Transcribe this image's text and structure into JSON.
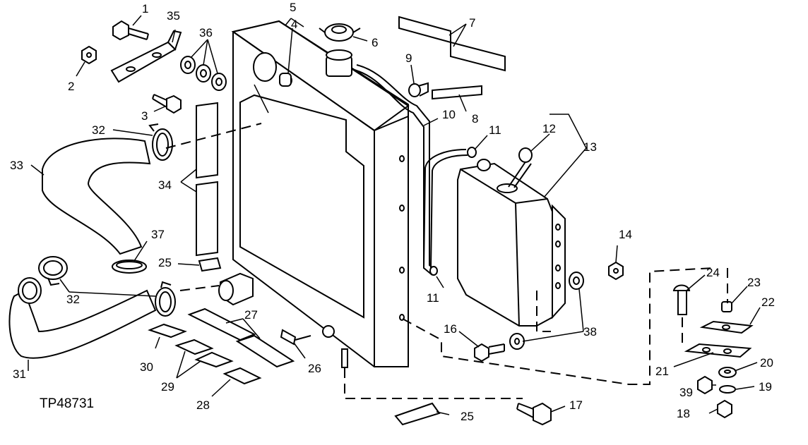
{
  "figure_ref": "TP48731",
  "callouts": [
    "1",
    "2",
    "3",
    "4",
    "5",
    "6",
    "7",
    "8",
    "9",
    "10",
    "11",
    "11",
    "12",
    "13",
    "14",
    "17",
    "18",
    "19",
    "20",
    "21",
    "22",
    "23",
    "24",
    "25",
    "25",
    "26",
    "27",
    "28",
    "29",
    "30",
    "31",
    "32",
    "32",
    "33",
    "34",
    "35",
    "36",
    "37",
    "38",
    "39",
    "16"
  ]
}
